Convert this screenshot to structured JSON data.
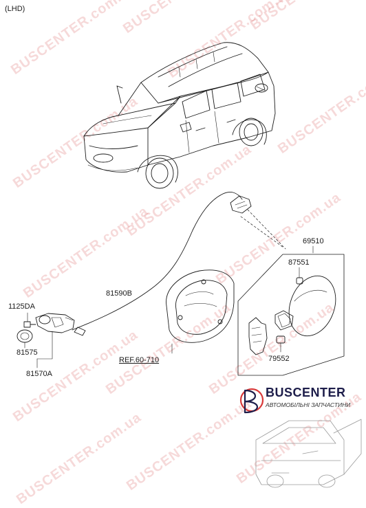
{
  "header": {
    "variant": "(LHD)"
  },
  "parts": {
    "p69510": "69510",
    "p87551": "87551",
    "p79552": "79552",
    "p81590B": "81590B",
    "p1125DA": "1125DA",
    "p81575": "81575",
    "p81570A": "81570A",
    "ref": "REF.60-710"
  },
  "watermark": {
    "text": "BUSCENTER.com.ua"
  },
  "logo": {
    "name": "BUSCENTER",
    "tagline": "АВТОМОБІЛЬНІ ЗАПЧАСТИНИ",
    "accent": "#d93a3a",
    "dark": "#1d1d4a"
  },
  "colors": {
    "line": "#1a1a1a",
    "watermark": "#d75050"
  }
}
